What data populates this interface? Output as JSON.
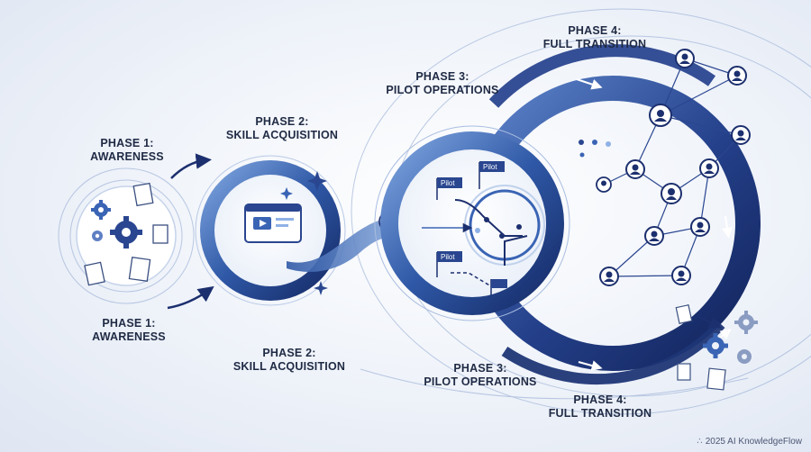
{
  "phases": [
    {
      "title": "PHASE 1:",
      "subtitle": "AWARENESS"
    },
    {
      "title": "PHASE 2:",
      "subtitle": "SKILL ACQUISITION"
    },
    {
      "title": "PHASE 3:",
      "subtitle": "PILOT OPERATIONS"
    },
    {
      "title": "PHASE 4:",
      "subtitle": "FULL TRANSITION"
    }
  ],
  "flags": [
    "Pilot",
    "Pilot",
    "Pilot"
  ],
  "footer": {
    "text": "2025 AI KnowledgeFlow"
  },
  "colors": {
    "navy": "#1c2f6e",
    "blue": "#3a64b4",
    "light_blue": "#8fb1e6",
    "ink": "#1f2a44"
  }
}
